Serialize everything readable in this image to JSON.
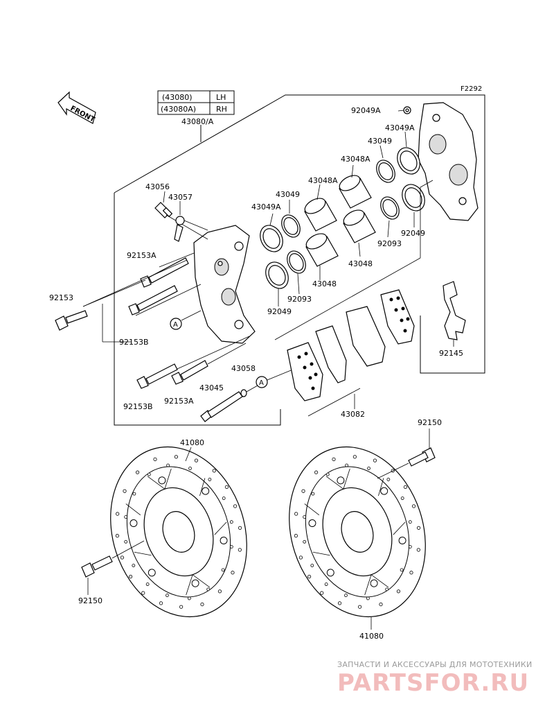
{
  "figure_code": "F2292",
  "table": {
    "rows": [
      {
        "part": "(43080)",
        "side": "LH"
      },
      {
        "part": "(43080A)",
        "side": "RH"
      }
    ]
  },
  "front_label": "FRONT",
  "callouts": {
    "p43080_A": "43080/A",
    "p43056": "43056",
    "p43057": "43057",
    "p92153A_top": "92153A",
    "p92153": "92153",
    "p92153B_mid": "92153B",
    "p92153B_bot": "92153B",
    "p92153A_bot": "92153A",
    "p43045": "43045",
    "p43058": "43058",
    "p43049A_left": "43049A",
    "p43049_left": "43049",
    "p43048A_left": "43048A",
    "p43048_left": "43048",
    "p92093_left": "92093",
    "p92049_left": "92049",
    "p43048A_right": "43048A",
    "p43049_right": "43049",
    "p43049A_right": "43049A",
    "p92049A": "92049A",
    "p43048_right": "43048",
    "p92093_right": "92093",
    "p92049_right": "92049",
    "p92145": "92145",
    "p43082": "43082",
    "p41080_left": "41080",
    "p41080_right": "41080",
    "p92150_left": "92150",
    "p92150_right": "92150",
    "ref_A1": "A",
    "ref_A2": "A"
  },
  "watermark": {
    "tagline": "ЗАПЧАСТИ И АКСЕССУАРЫ ДЛЯ МОТОТЕХНИКИ",
    "brand": "PARTSFOR.RU",
    "brand_color": "#f2bcbc"
  }
}
